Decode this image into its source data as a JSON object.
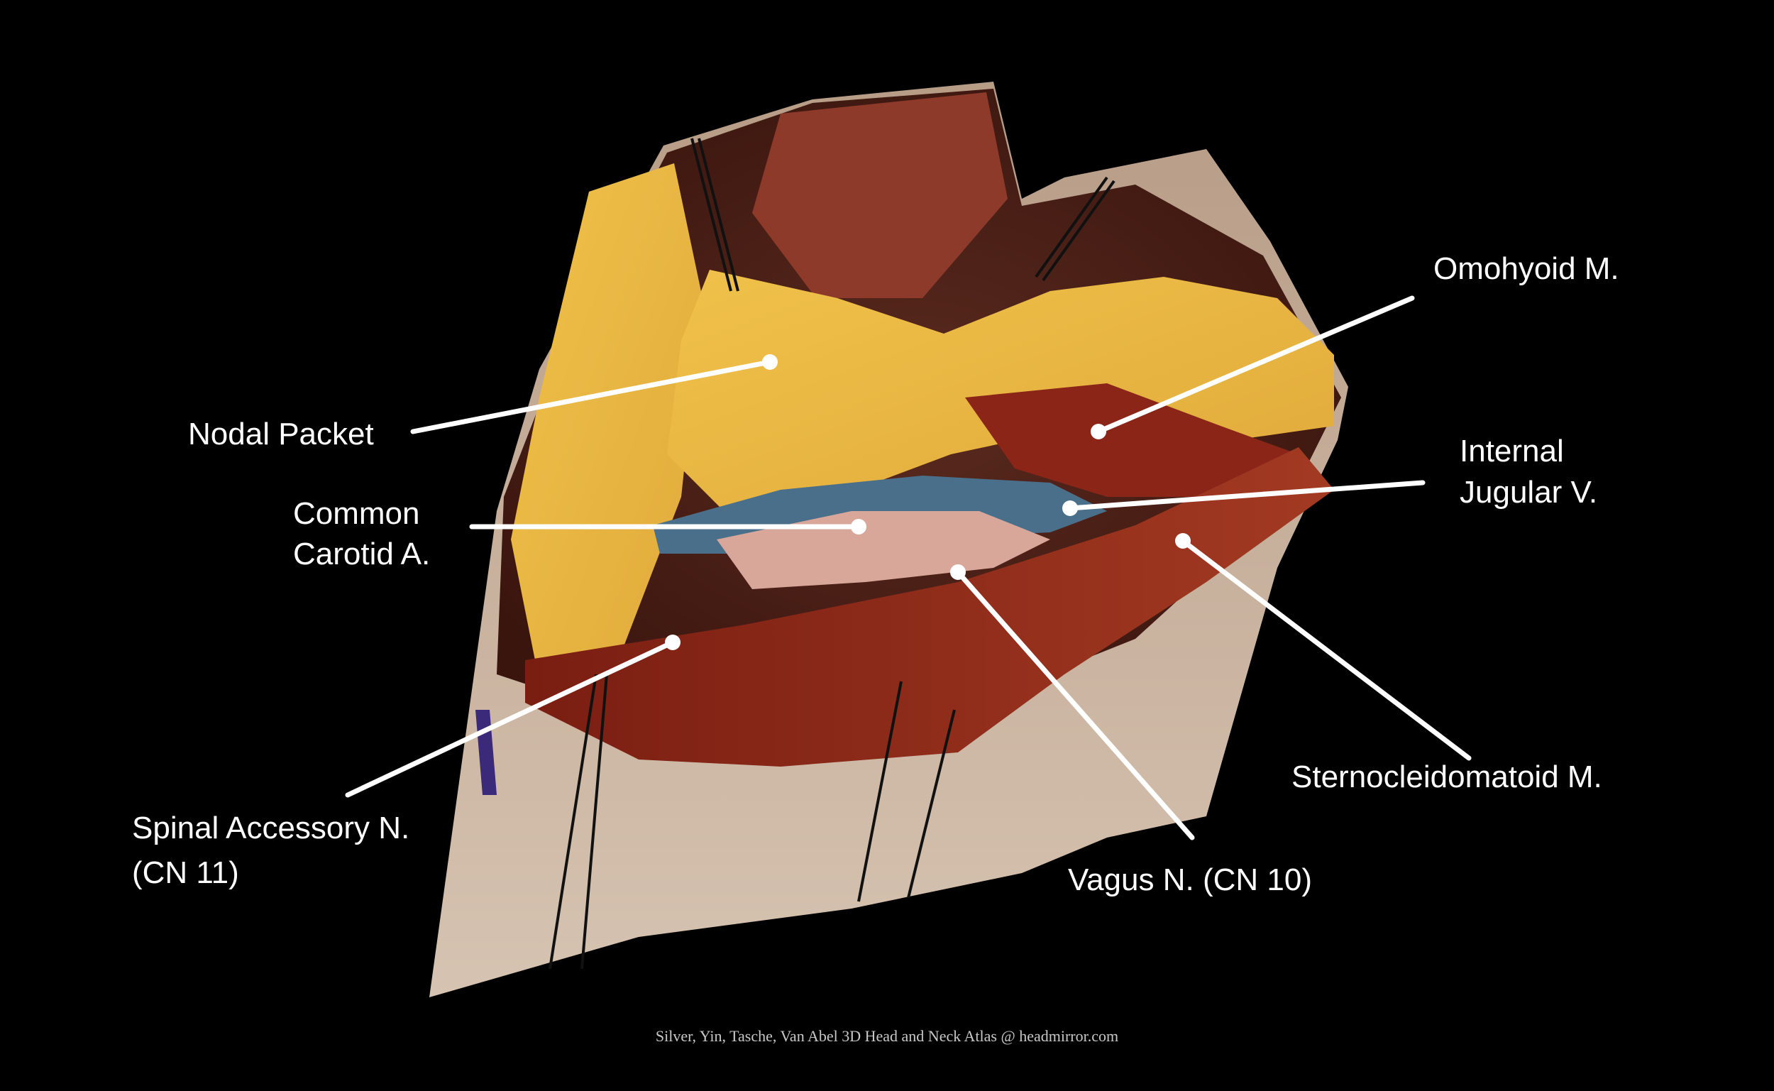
{
  "colors": {
    "background": "#000000",
    "label_text": "#ffffff",
    "leader_line": "#ffffff"
  },
  "labels": {
    "nodal_packet": "Nodal Packet",
    "common_carotid_line1": "Common",
    "common_carotid_line2": "Carotid A.",
    "spinal_accessory_line1": "Spinal Accessory N.",
    "spinal_accessory_line2": "(CN 11)",
    "omohyoid": "Omohyoid M.",
    "internal_jugular_line1": "Internal",
    "internal_jugular_line2": "Jugular V.",
    "sternocleidomastoid": "Sternocleidomatoid M.",
    "vagus": "Vagus N. (CN 10)"
  },
  "credit": "Silver, Yin, Tasche, Van Abel 3D  Head and Neck Atlas @ headmirror.com"
}
